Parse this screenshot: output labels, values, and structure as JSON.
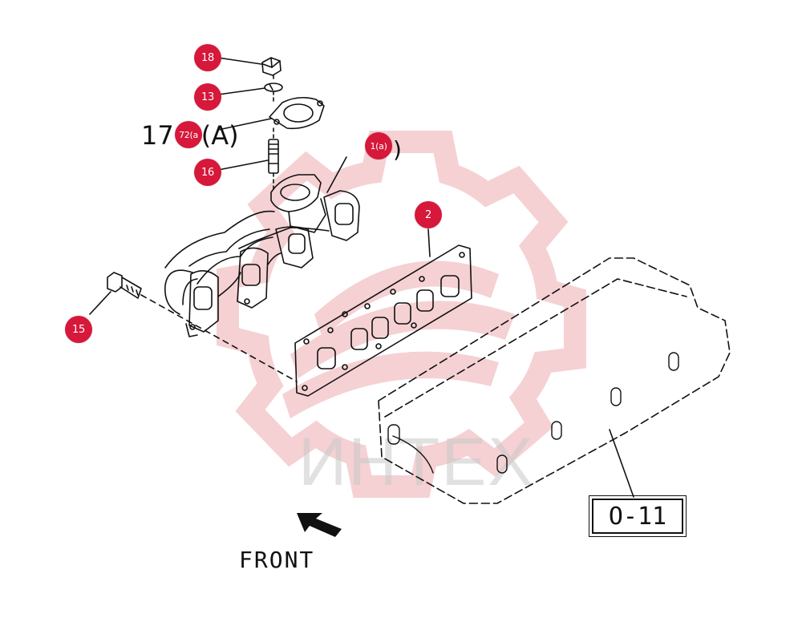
{
  "diagram": {
    "callout_color": "#d6183a",
    "line_color": "#111111",
    "callouts": [
      {
        "id": "18",
        "label": "18"
      },
      {
        "id": "13",
        "label": "13"
      },
      {
        "id": "72a",
        "label": "72(a"
      },
      {
        "id": "16",
        "label": "16"
      },
      {
        "id": "1a",
        "label": "1(a)"
      },
      {
        "id": "2",
        "label": "2"
      },
      {
        "id": "15",
        "label": "15"
      }
    ],
    "drawing_labels": {
      "ref_172A": "17",
      "ref_172A_suffix": "(A)",
      "ref_1a_suffix": ")",
      "front": "FRONT",
      "cross_ref": "O-11"
    }
  },
  "watermark": {
    "text": "ИНТЕХ",
    "gear_color": "#f4c9cc",
    "text_color": "#c9c9c9"
  },
  "icons": {
    "front_arrow": "arrow-down-left-icon",
    "watermark_logo": "gear-logo-icon"
  }
}
